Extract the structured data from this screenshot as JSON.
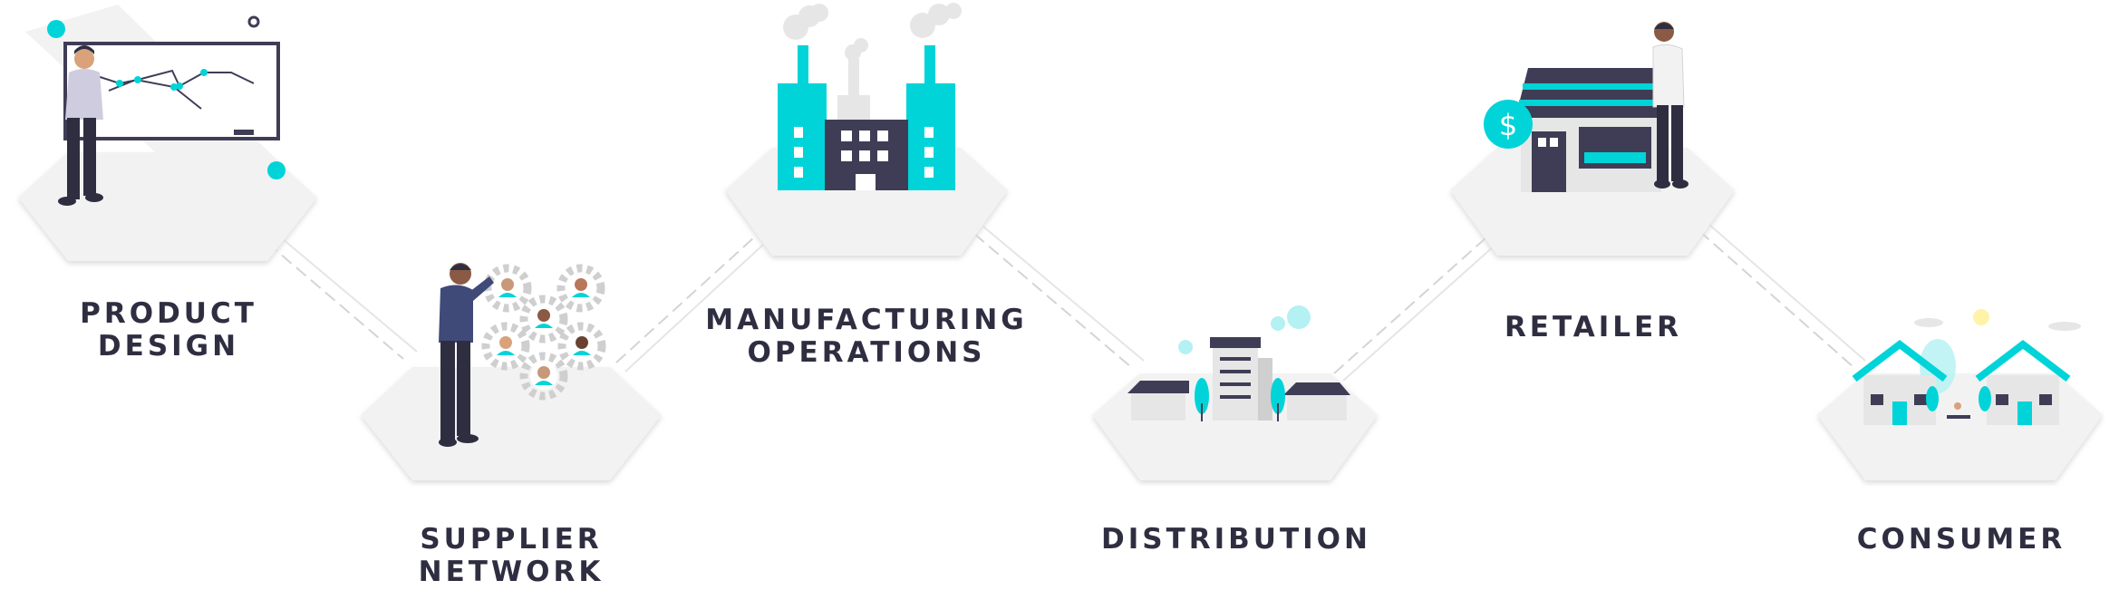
{
  "stages": [
    {
      "id": "product-design",
      "line1": "PRODUCT",
      "line2": "DESIGN"
    },
    {
      "id": "supplier-network",
      "line1": "SUPPLIER",
      "line2": "NETWORK"
    },
    {
      "id": "manufacturing-operations",
      "line1": "MANUFACTURING",
      "line2": "OPERATIONS"
    },
    {
      "id": "distribution",
      "line1": "DISTRIBUTION",
      "line2": ""
    },
    {
      "id": "retailer",
      "line1": "RETAILER",
      "line2": ""
    },
    {
      "id": "consumer",
      "line1": "CONSUMER",
      "line2": ""
    }
  ],
  "retailer_sign_symbol": "$",
  "colors": {
    "accent": "#00d4d8",
    "dark": "#3f3d56",
    "ink": "#2f2e41",
    "platform": "#f2f2f2",
    "platform_shadow": "#e6e6e6",
    "connector": "#d4d4d4"
  }
}
